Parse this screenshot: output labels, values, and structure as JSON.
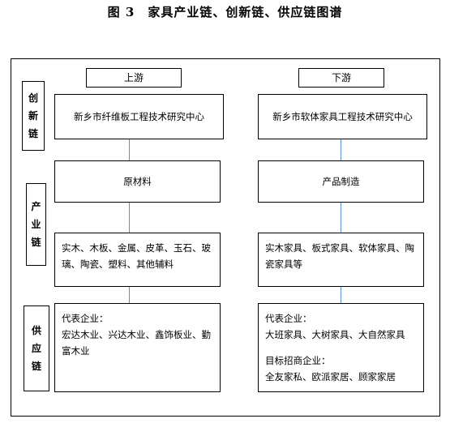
{
  "title": "图 3　家具产业链、创新链、供应链图谱",
  "columns": {
    "upstream": "上游",
    "downstream": "下游"
  },
  "side_labels": {
    "innovation": [
      "创",
      "新",
      "链"
    ],
    "industry": [
      "产",
      "业",
      "链"
    ],
    "supply": [
      "供",
      "应",
      "链"
    ]
  },
  "upstream": {
    "innovation_center": "新乡市纤维板工程技术研究中心",
    "category": "原材料",
    "materials": [
      "实木、木板、金属、皮革、玉石、玻",
      "璃、陶瓷、塑料、其他辅料"
    ],
    "enterprises": {
      "label": "代表企业：",
      "lines": [
        "宏达木业、兴达木业、鑫饰板业、勤",
        "富木业"
      ]
    }
  },
  "downstream": {
    "innovation_center": "新乡市软体家具工程技术研究中心",
    "category": "产品制造",
    "products": [
      "实木家具、板式家具、软体家具、陶",
      "瓷家具等"
    ],
    "enterprises": {
      "label": "代表企业：",
      "lines": [
        "大班家具、大树家具、大自然家具"
      ]
    },
    "target_enterprises": {
      "label": "目标招商企业：",
      "lines": [
        "全友家私、欧派家居、顾家家居"
      ]
    }
  },
  "colors": {
    "connector": "#5b8fd0",
    "border": "#000000"
  }
}
